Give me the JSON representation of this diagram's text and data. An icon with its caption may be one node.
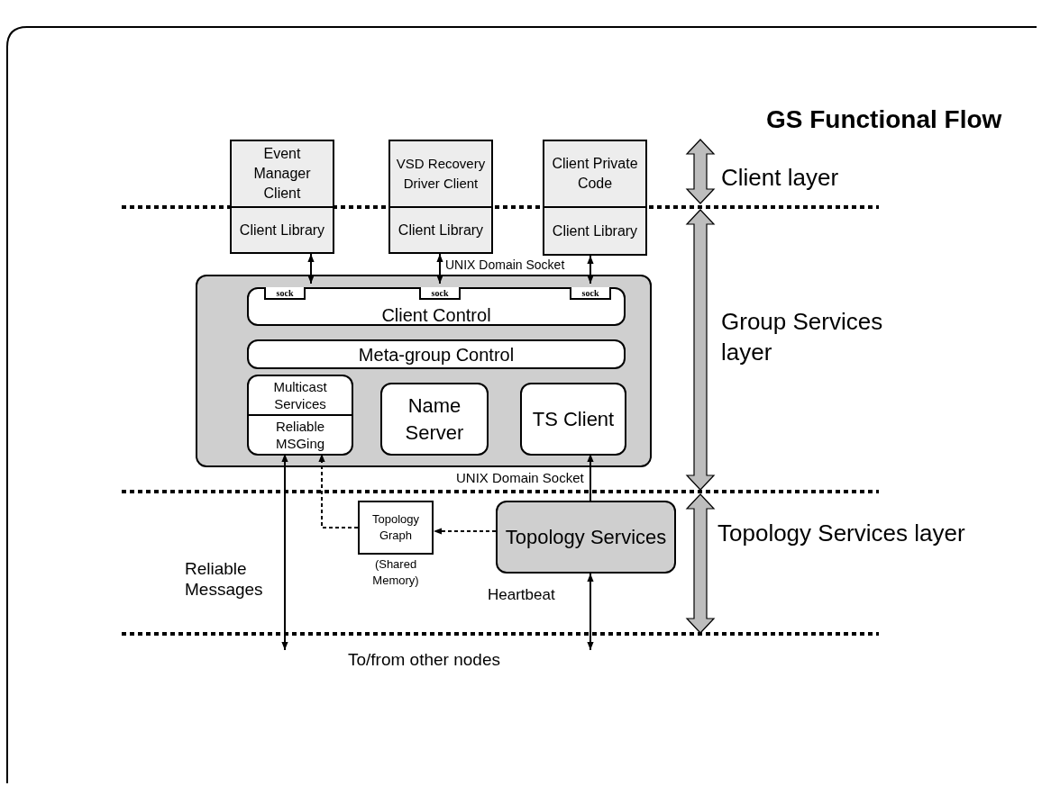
{
  "diagram": {
    "title": "GS Functional Flow",
    "nodes": [
      {
        "text": [
          "Event Manager Client",
          "Client Library"
        ]
      },
      {
        "text": [
          "VSD Recovery Driver Client",
          "Client Library"
        ]
      },
      {
        "text": [
          "Client Private Code",
          "Client Library"
        ]
      },
      {
        "text": [],
        "shape": "box"
      },
      {
        "text": [
          "Client Control"
        ],
        "in": 3
      },
      {
        "text": [
          "sock"
        ],
        "in": 4
      },
      {
        "text": [
          "sock"
        ],
        "in": 4
      },
      {
        "text": [
          "sock"
        ],
        "in": 4
      },
      {
        "text": [
          "Meta-group Control"
        ],
        "in": 3
      },
      {
        "text": [
          "Multicast Services",
          "Reliable MSGing"
        ],
        "in": 3
      },
      {
        "text": [
          "Name Server"
        ],
        "in": 3
      },
      {
        "text": [
          "TS Client"
        ],
        "in": 3
      },
      {
        "text": [
          "Topology Graph"
        ],
        "beside": [
          "(Shared Memory)"
        ]
      },
      {
        "text": [
          "Topology Services"
        ]
      }
    ],
    "edges": [
      {
        "from": 0,
        "to": 5,
        "arrow": "both"
      },
      {
        "from": 1,
        "to": 6,
        "arrow": "both"
      },
      {
        "from": 2,
        "to": 7,
        "arrow": "both"
      },
      {
        "from": null,
        "to": 9,
        "arrow": "both"
      },
      {
        "from": 12,
        "to": 9,
        "arrow": "to",
        "style": "dashed"
      },
      {
        "from": 13,
        "to": 12,
        "arrow": "to",
        "style": "dashed"
      },
      {
        "from": 13,
        "to": 11,
        "arrow": "to"
      },
      {
        "from": null,
        "to": 13,
        "arrow": "both"
      }
    ],
    "labels": [
      "Client layer",
      "UNIX Domain Socket",
      "Group Services layer",
      "UNIX Domain Socket",
      "Topology Services layer",
      "Reliable Messages",
      "Heartbeat",
      "To/from other nodes"
    ]
  }
}
